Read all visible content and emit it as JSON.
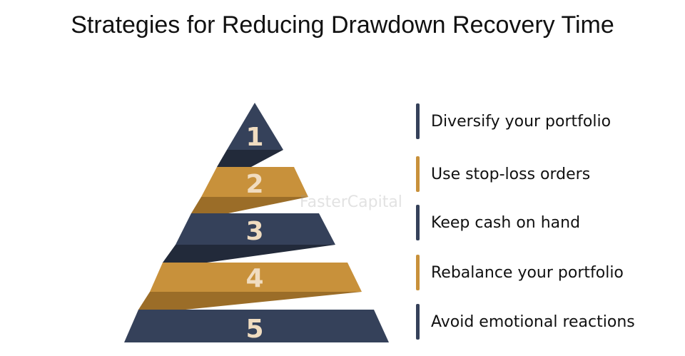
{
  "title": "Strategies for Reducing Drawdown Recovery Time",
  "watermark": "FasterCapital",
  "colors": {
    "dark": "#35415a",
    "dark_band": "#222a3a",
    "gold": "#c8913b",
    "gold_band": "#9b6d28",
    "number": "#f0dcc0"
  },
  "steps": [
    {
      "number": "1",
      "label": "Diversify your portfolio",
      "color": "dark"
    },
    {
      "number": "2",
      "label": "Use stop-loss orders",
      "color": "gold"
    },
    {
      "number": "3",
      "label": "Keep cash on hand",
      "color": "dark"
    },
    {
      "number": "4",
      "label": "Rebalance your portfolio",
      "color": "gold"
    },
    {
      "number": "5",
      "label": "Avoid emotional reactions",
      "color": "dark"
    }
  ]
}
